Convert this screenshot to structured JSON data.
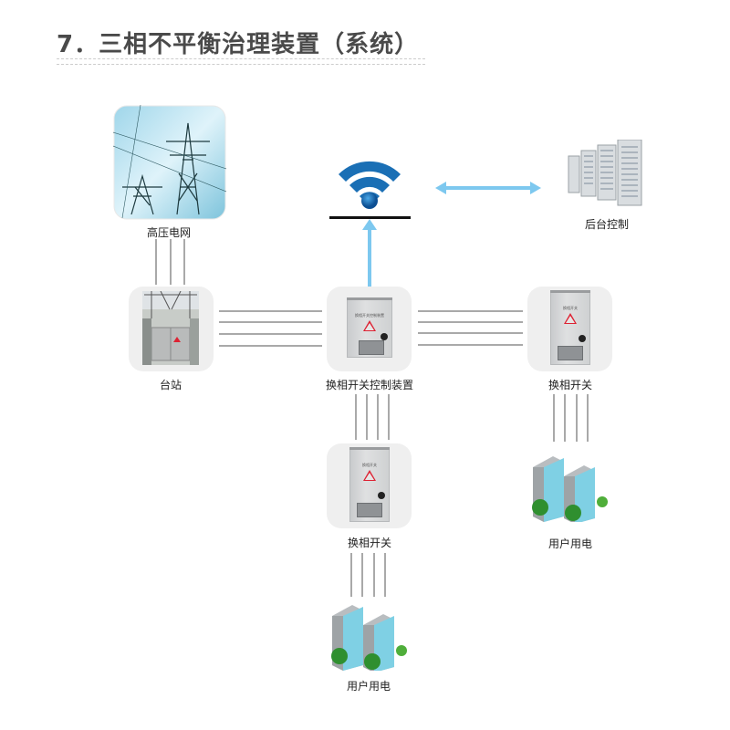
{
  "title": "7．三相不平衡治理装置（系统）",
  "nodes": {
    "grid": {
      "label": "高压电网",
      "icon": "power-tower-icon"
    },
    "station": {
      "label": "台站",
      "icon": "substation-icon"
    },
    "controller": {
      "label": "换相开关控制装置",
      "icon": "control-cabinet-icon",
      "cabinet_text": "换相开关控制装置"
    },
    "switch_right": {
      "label": "换相开关",
      "icon": "switch-cabinet-icon",
      "cabinet_text": "换相开关"
    },
    "switch_bottom": {
      "label": "换相开关",
      "icon": "switch-cabinet-icon",
      "cabinet_text": "换相开关"
    },
    "users_right": {
      "label": "用户用电",
      "icon": "buildings-icon"
    },
    "users_bottom": {
      "label": "用户用电",
      "icon": "buildings-icon"
    },
    "wireless": {
      "icon": "wifi-icon"
    },
    "backend": {
      "label": "后台控制",
      "icon": "server-icon"
    }
  },
  "colors": {
    "arrow": "#7dc8ef",
    "wifi": "#1a6fb5",
    "wire": "#a9a9a9",
    "title": "#4a4a4a"
  }
}
